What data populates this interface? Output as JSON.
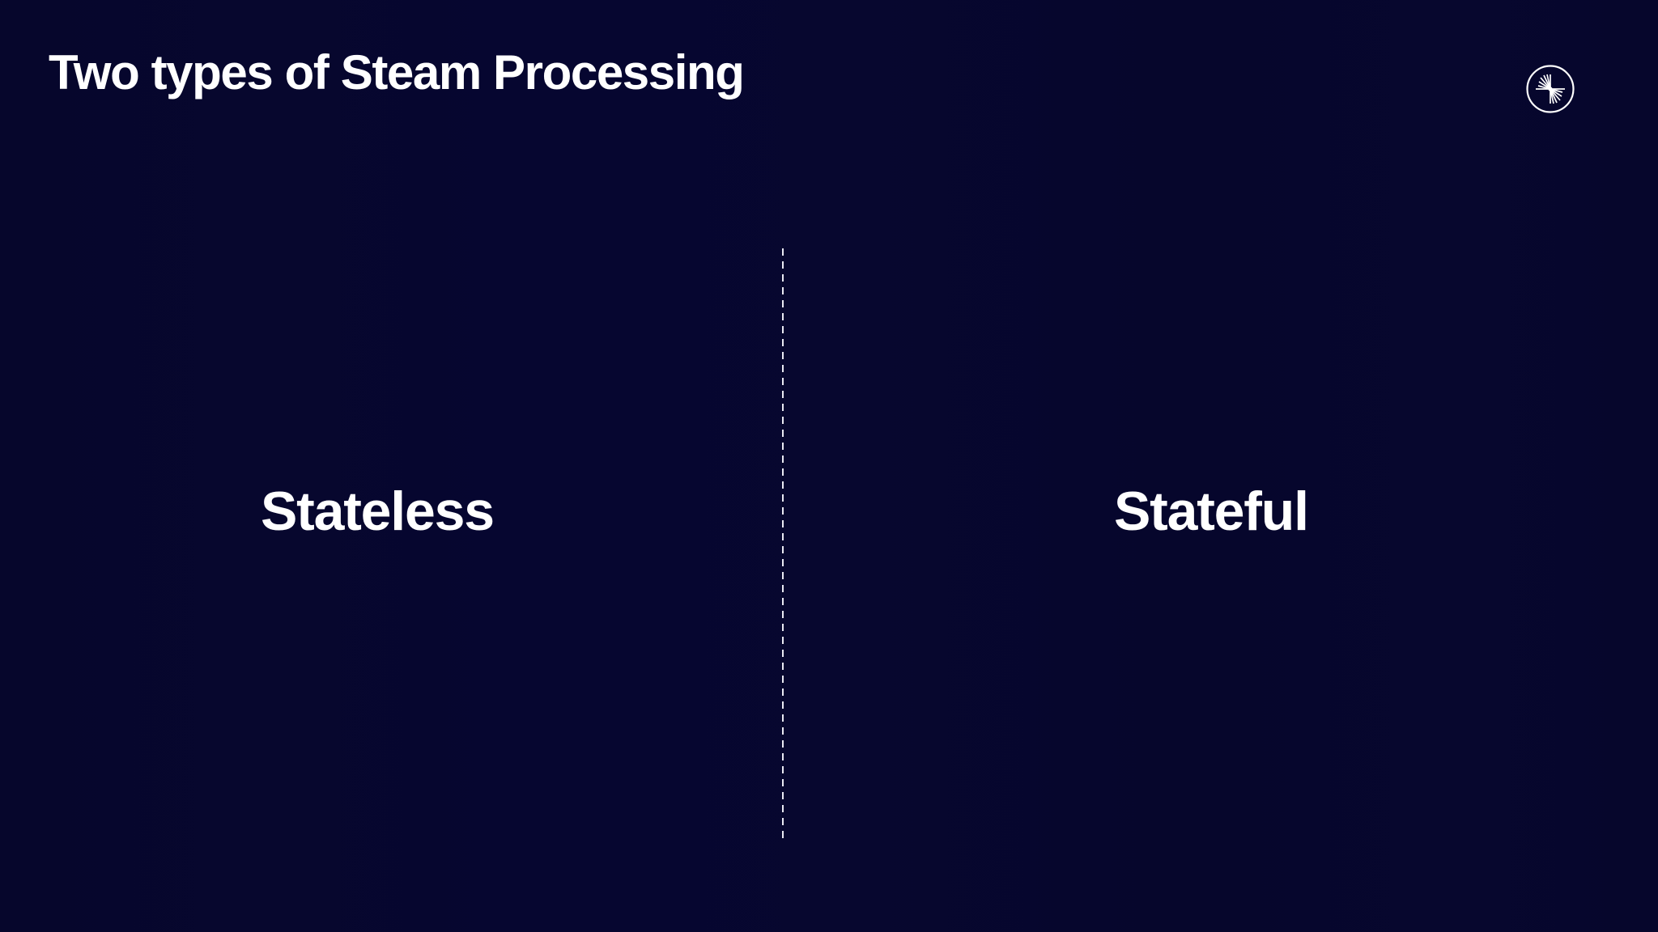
{
  "slide": {
    "title": "Two types of Steam Processing",
    "background_color": "#06062c",
    "text_color": "#ffffff",
    "divider": {
      "style": "dashed-vertical",
      "color": "#e9e9f3"
    },
    "columns": [
      {
        "heading": "Stateless"
      },
      {
        "heading": "Stateful"
      }
    ],
    "logo": {
      "name": "starburst-logo",
      "shape": "circle-with-radial-burst",
      "color": "#ffffff"
    }
  }
}
